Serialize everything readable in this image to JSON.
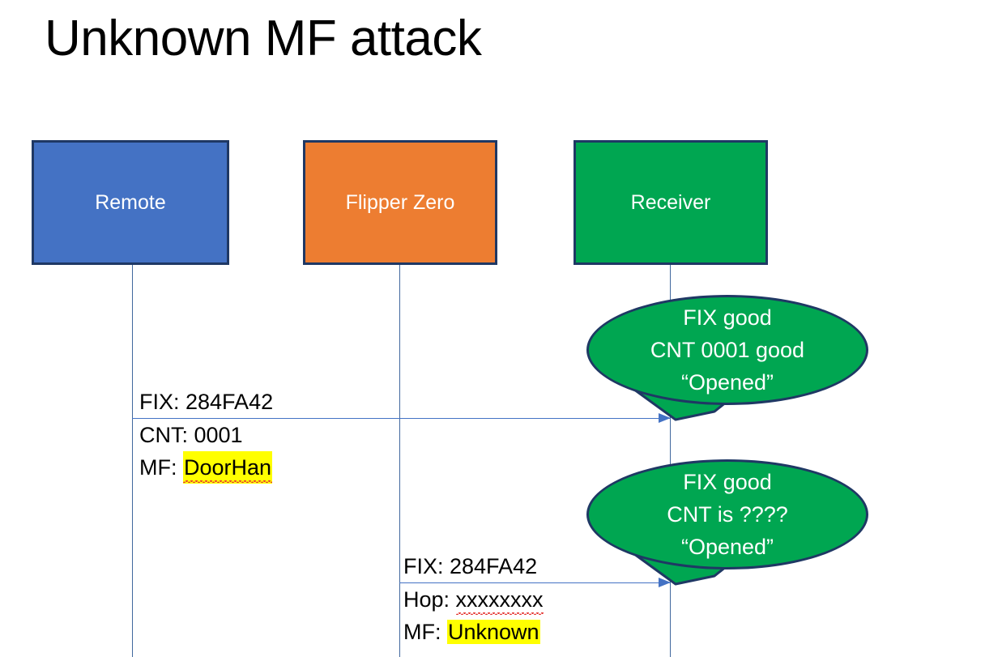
{
  "title": "Unknown MF attack",
  "actors": [
    {
      "id": "remote",
      "label": "Remote",
      "color": "#4472C4"
    },
    {
      "id": "flipper",
      "label": "Flipper Zero",
      "color": "#ED7D31"
    },
    {
      "id": "receiver",
      "label": "Receiver",
      "color": "#00A651"
    }
  ],
  "messages": [
    {
      "id": "msg1",
      "from": "remote",
      "to": "receiver",
      "above_line": "FIX: 284FA42",
      "below_lines": [
        {
          "label": "CNT: 0001",
          "value": "",
          "highlight": false
        },
        {
          "label": "MF: ",
          "value": "DoorHan",
          "highlight": true,
          "spellcheck_error": true
        }
      ]
    },
    {
      "id": "msg2",
      "from": "flipper",
      "to": "receiver",
      "above_line": "FIX: 284FA42",
      "below_lines": [
        {
          "label": "Hop: ",
          "value": "xxxxxxxx",
          "highlight": false,
          "spellcheck_error": true
        },
        {
          "label": "MF: ",
          "value": "Unknown",
          "highlight": true,
          "spellcheck_error": false
        }
      ]
    }
  ],
  "bubbles": [
    {
      "id": "bubble1",
      "lines": [
        "FIX good",
        "CNT 0001 good",
        "“Opened”"
      ],
      "color": "#00A651"
    },
    {
      "id": "bubble2",
      "lines": [
        "FIX good",
        "CNT is ????",
        "“Opened”"
      ],
      "color": "#00A651"
    }
  ],
  "palette": {
    "remote_blue": "#4472C4",
    "flipper_orange": "#ED7D31",
    "receiver_green": "#00A651",
    "box_border": "#1F3864",
    "arrow_blue": "#4472C4",
    "lifeline_blue": "#41689E",
    "highlight_yellow": "#FFFF00",
    "spellcheck_red": "#E53935"
  }
}
